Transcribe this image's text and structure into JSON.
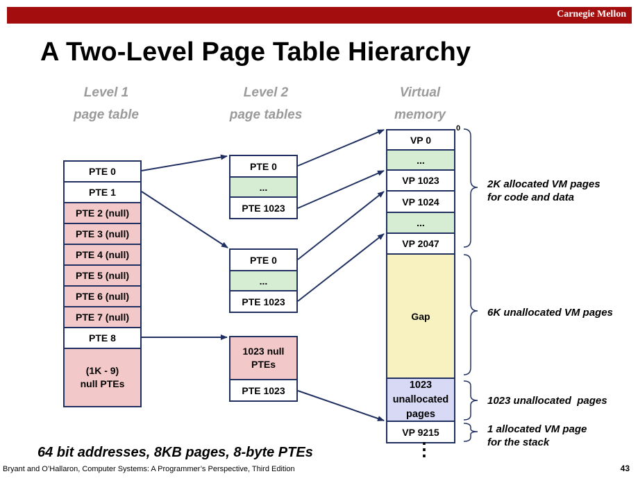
{
  "header": {
    "brand": "Carnegie Mellon"
  },
  "title": "A Two-Level Page Table Hierarchy",
  "columns": {
    "level1": [
      "Level 1",
      "page table"
    ],
    "level2": [
      "Level 2",
      "page tables"
    ],
    "virtual": [
      "Virtual",
      "memory"
    ]
  },
  "level1_table": [
    "PTE 0",
    "PTE 1",
    "PTE 2 (null)",
    "PTE 3 (null)",
    "PTE 4 (null)",
    "PTE 5 (null)",
    "PTE 6 (null)",
    "PTE 7 (null)",
    "PTE 8",
    "(1K - 9)\nnull PTEs"
  ],
  "level2_tables": {
    "t1": [
      "PTE 0",
      "...",
      "PTE 1023"
    ],
    "t2": [
      "PTE 0",
      "...",
      "PTE 1023"
    ],
    "t3": [
      "1023 null\nPTEs",
      "PTE 1023"
    ]
  },
  "virtual_memory": {
    "zero_label": "0",
    "rows": [
      "VP 0",
      "...",
      "VP 1023",
      "VP 1024",
      "...",
      "VP 2047",
      "Gap",
      "1023\nunallocated\npages",
      "VP 9215"
    ],
    "ellipsis": "⋮"
  },
  "annotations": [
    "2K allocated VM pages\nfor code and data",
    "6K unallocated VM pages",
    "1023 unallocated  pages",
    "1 allocated VM page\nfor the stack"
  ],
  "bottom_note": "64 bit addresses, 8KB pages, 8-byte PTEs",
  "footer": "Bryant and O’Hallaron, Computer Systems: A Programmer’s Perspective, Third Edition",
  "page_number": "43",
  "colors": {
    "topbar": "#a40d0d",
    "border": "#1f2f60",
    "pink": "#f2c8c8",
    "green": "#d6ecd3",
    "yellow": "#f7f2c0",
    "lavender": "#d8d9f5"
  }
}
